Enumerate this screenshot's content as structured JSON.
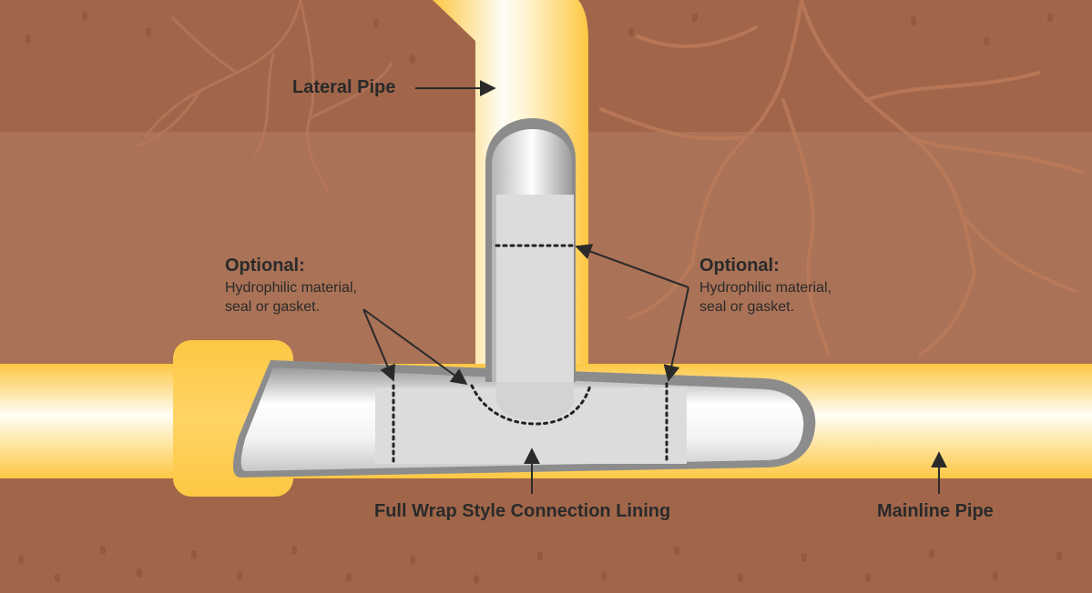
{
  "labels": {
    "lateral_pipe": "Lateral Pipe",
    "optional_left_title": "Optional:",
    "optional_left_line1": "Hydrophilic material,",
    "optional_left_line2": "seal or gasket.",
    "optional_right_title": "Optional:",
    "optional_right_line1": "Hydrophilic material,",
    "optional_right_line2": "seal or gasket.",
    "connection_lining": "Full Wrap Style Connection Lining",
    "mainline_pipe": "Mainline Pipe"
  },
  "colors": {
    "soil_dark": "#a1664a",
    "soil_light": "#aa7256",
    "root": "#bb7b5a",
    "pebble": "#96593f",
    "pipe_yellow": "#fdc742",
    "pipe_highlight": "#ffffff",
    "liner_gray": "#d9d9d9",
    "liner_dark": "#8a8a8a",
    "text": "#2a2a2a"
  }
}
